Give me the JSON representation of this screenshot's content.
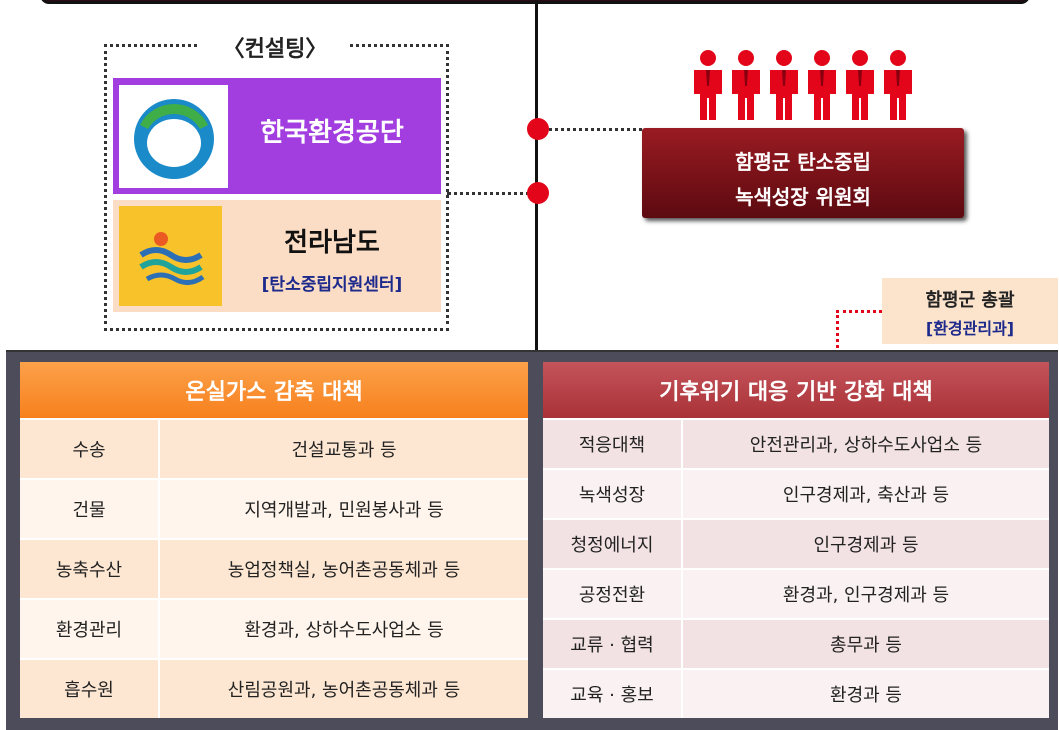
{
  "consulting": {
    "title": "〈컨설팅〉",
    "org1": {
      "name": "한국환경공단",
      "logo_icon": "korea-environment-corp-logo"
    },
    "org2": {
      "name": "전라남도",
      "sub": "[탄소중립지원센터]",
      "logo_icon": "jeollanamdo-logo"
    }
  },
  "committee": {
    "line1": "함평군 탄소중립",
    "line2": "녹색성장 위원회",
    "people_icon": "people-icon",
    "people_count": 6
  },
  "hampyeong": {
    "title": "함평군 총괄",
    "dept": "[환경관리과]"
  },
  "left_table": {
    "header": "온실가스 감축 대책",
    "rows": [
      {
        "category": "수송",
        "depts": "건설교통과 등"
      },
      {
        "category": "건물",
        "depts": "지역개발과, 민원봉사과 등"
      },
      {
        "category": "농축수산",
        "depts": "농업정책실, 농어촌공동체과 등"
      },
      {
        "category": "환경관리",
        "depts": "환경과, 상하수도사업소 등"
      },
      {
        "category": "흡수원",
        "depts": "산림공원과, 농어촌공동체과 등"
      }
    ]
  },
  "right_table": {
    "header": "기후위기 대응 기반 강화 대책",
    "rows": [
      {
        "category": "적응대책",
        "depts": "안전관리과, 상하수도사업소 등"
      },
      {
        "category": "녹색성장",
        "depts": "인구경제과, 축산과 등"
      },
      {
        "category": "청정에너지",
        "depts": "인구경제과 등"
      },
      {
        "category": "공정전환",
        "depts": "환경과, 인구경제과 등"
      },
      {
        "category": "교류 · 협력",
        "depts": "총무과 등"
      },
      {
        "category": "교육 · 홍보",
        "depts": "환경과 등"
      }
    ]
  },
  "colors": {
    "kec_bg": "#a23ee0",
    "committee_bg": "#7a1219",
    "left_header": "#f7801d",
    "right_header": "#a93238",
    "connector_dot": "#e3061a"
  }
}
